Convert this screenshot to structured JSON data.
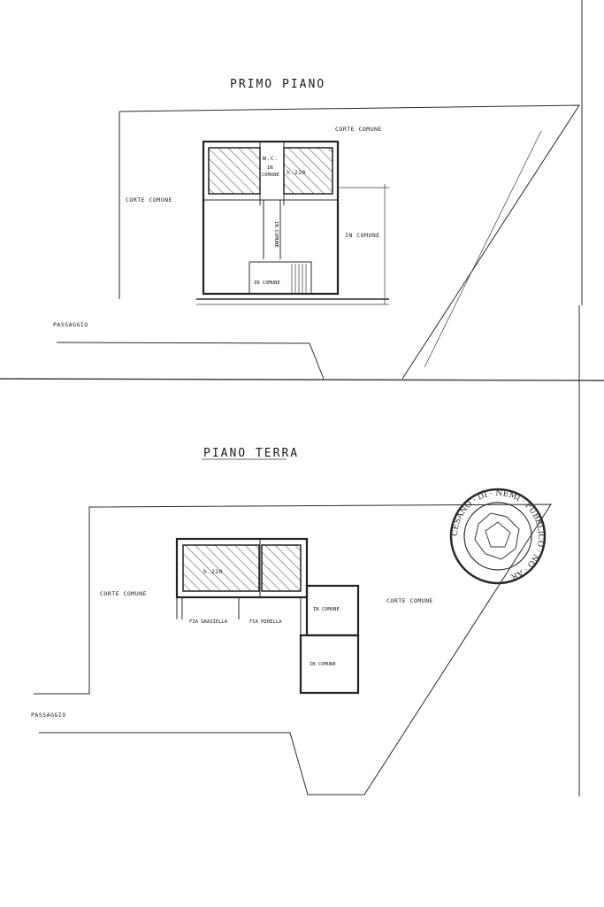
{
  "floors": {
    "primo": {
      "title": "PRIMO PIANO",
      "labels": {
        "corte_comune_top": "CORTE COMUNE",
        "corte_comune_left": "CORTE COMUNE",
        "wc": "W.C.",
        "wc_in": "IN",
        "wc_comune": "COMUNE",
        "height": "h.220",
        "in_comune_vertical": "IN COMUNE",
        "in_comune_right": "IN COMUNE",
        "in_comune_stairs": "IN COMUNE",
        "passaggio": "PASSAGGIO"
      }
    },
    "terra": {
      "title": "PIANO TERRA",
      "labels": {
        "corte_comune_left": "CORTE COMUNE",
        "corte_comune_right": "CORTE COMUNE",
        "height": "h.220",
        "fia_graziella": "FIA GRAZIELLA",
        "fia_mirella": "FIA MIRELLA",
        "in_comune_upper": "IN COMUNE",
        "in_comune_lower": "IN COMUNE",
        "passaggio": "PASSAGGIO"
      }
    }
  },
  "stamp": {
    "text_ring": "CESANO · DI · NEMI · PUBBLICO · NO · AR"
  }
}
